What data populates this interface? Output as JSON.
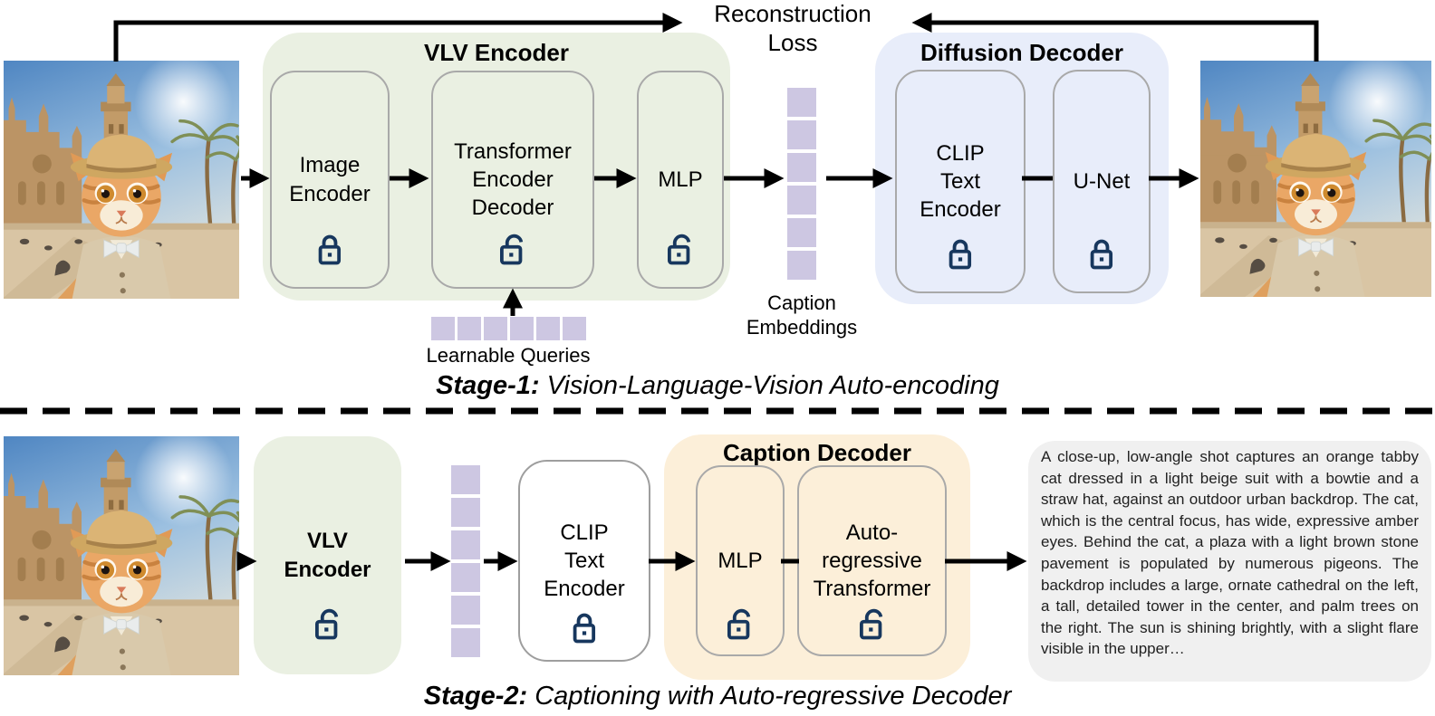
{
  "figure": {
    "stage1": {
      "reconstruction_loss_label": "Reconstruction\nLoss",
      "vlv": {
        "title": "VLV Encoder",
        "blocks": [
          {
            "label": "Image\nEncoder",
            "lock_icon": "lock-closed",
            "state": "frozen"
          },
          {
            "label": "Transformer\nEncoder\nDecoder",
            "lock_icon": "lock-open",
            "state": "trainable"
          },
          {
            "label": "MLP",
            "lock_icon": "lock-open",
            "state": "trainable"
          }
        ]
      },
      "learnable_queries_label": "Learnable Queries",
      "caption_embeddings_label": "Caption\nEmbeddings",
      "diffusion": {
        "title": "Diffusion Decoder",
        "blocks": [
          {
            "label": "CLIP\nText\nEncoder",
            "lock_icon": "lock-closed",
            "state": "frozen"
          },
          {
            "label": "U-Net",
            "lock_icon": "lock-closed",
            "state": "frozen"
          }
        ]
      },
      "caption": {
        "bold": "Stage-1:",
        "rest": " Vision-Language-Vision Auto-encoding"
      }
    },
    "stage2": {
      "vlv": {
        "label": "VLV\nEncoder",
        "lock_icon": "lock-open",
        "state": "trainable"
      },
      "clip": {
        "label": "CLIP\nText\nEncoder",
        "lock_icon": "lock-closed",
        "state": "frozen"
      },
      "caption_decoder": {
        "title": "Caption Decoder",
        "blocks": [
          {
            "label": "MLP",
            "lock_icon": "lock-open",
            "state": "trainable"
          },
          {
            "label": "Auto-\nregressive\nTransformer",
            "lock_icon": "lock-open",
            "state": "trainable"
          }
        ]
      },
      "output_caption": "A close-up, low-angle shot captures an orange tabby cat dressed in a light beige suit with a bowtie and a straw hat, against an outdoor urban backdrop. The cat, which is the central focus, has wide, expressive amber eyes. Behind the cat, a plaza with a light brown stone pavement is populated by numerous pigeons. The backdrop includes a large, ornate cathedral on the left, a tall, detailed tower in the center, and palm trees on the right. The sun is shining brightly, with a slight flare visible in the upper…",
      "caption": {
        "bold": "Stage-2:",
        "rest": " Captioning with Auto-regressive Decoder"
      }
    },
    "colors": {
      "vlv_green": "#eaf0e2",
      "diffusion_blue": "#e8edfa",
      "caption_decoder_orange": "#fcefd9",
      "embedding_purple": "#cdc7e2",
      "lock_navy": "#17375e",
      "caption_box_gray": "#f0f0f0"
    }
  }
}
